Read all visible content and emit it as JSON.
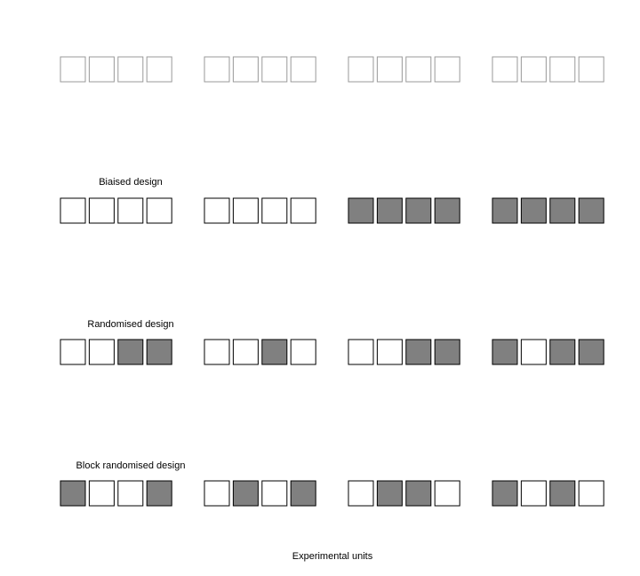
{
  "colors": {
    "filled": "#808080",
    "empty": "#ffffff",
    "outline_faint": "#999999",
    "outline": "#000000"
  },
  "rows": [
    {
      "label": "",
      "style": "faint",
      "groups": [
        [
          0,
          0,
          0,
          0
        ],
        [
          0,
          0,
          0,
          0
        ],
        [
          0,
          0,
          0,
          0
        ],
        [
          0,
          0,
          0,
          0
        ]
      ]
    },
    {
      "label": "Biaised design",
      "style": "solid",
      "groups": [
        [
          0,
          0,
          0,
          0
        ],
        [
          0,
          0,
          0,
          0
        ],
        [
          1,
          1,
          1,
          1
        ],
        [
          1,
          1,
          1,
          1
        ]
      ]
    },
    {
      "label": "Randomised design",
      "style": "solid",
      "groups": [
        [
          0,
          0,
          1,
          1
        ],
        [
          0,
          0,
          1,
          0
        ],
        [
          0,
          0,
          1,
          1
        ],
        [
          1,
          0,
          1,
          1
        ]
      ]
    },
    {
      "label": "Block randomised design",
      "style": "solid",
      "groups": [
        [
          1,
          0,
          0,
          1
        ],
        [
          0,
          1,
          0,
          1
        ],
        [
          0,
          1,
          1,
          0
        ],
        [
          1,
          0,
          1,
          0
        ]
      ]
    }
  ],
  "footer_label": "Experimental units"
}
